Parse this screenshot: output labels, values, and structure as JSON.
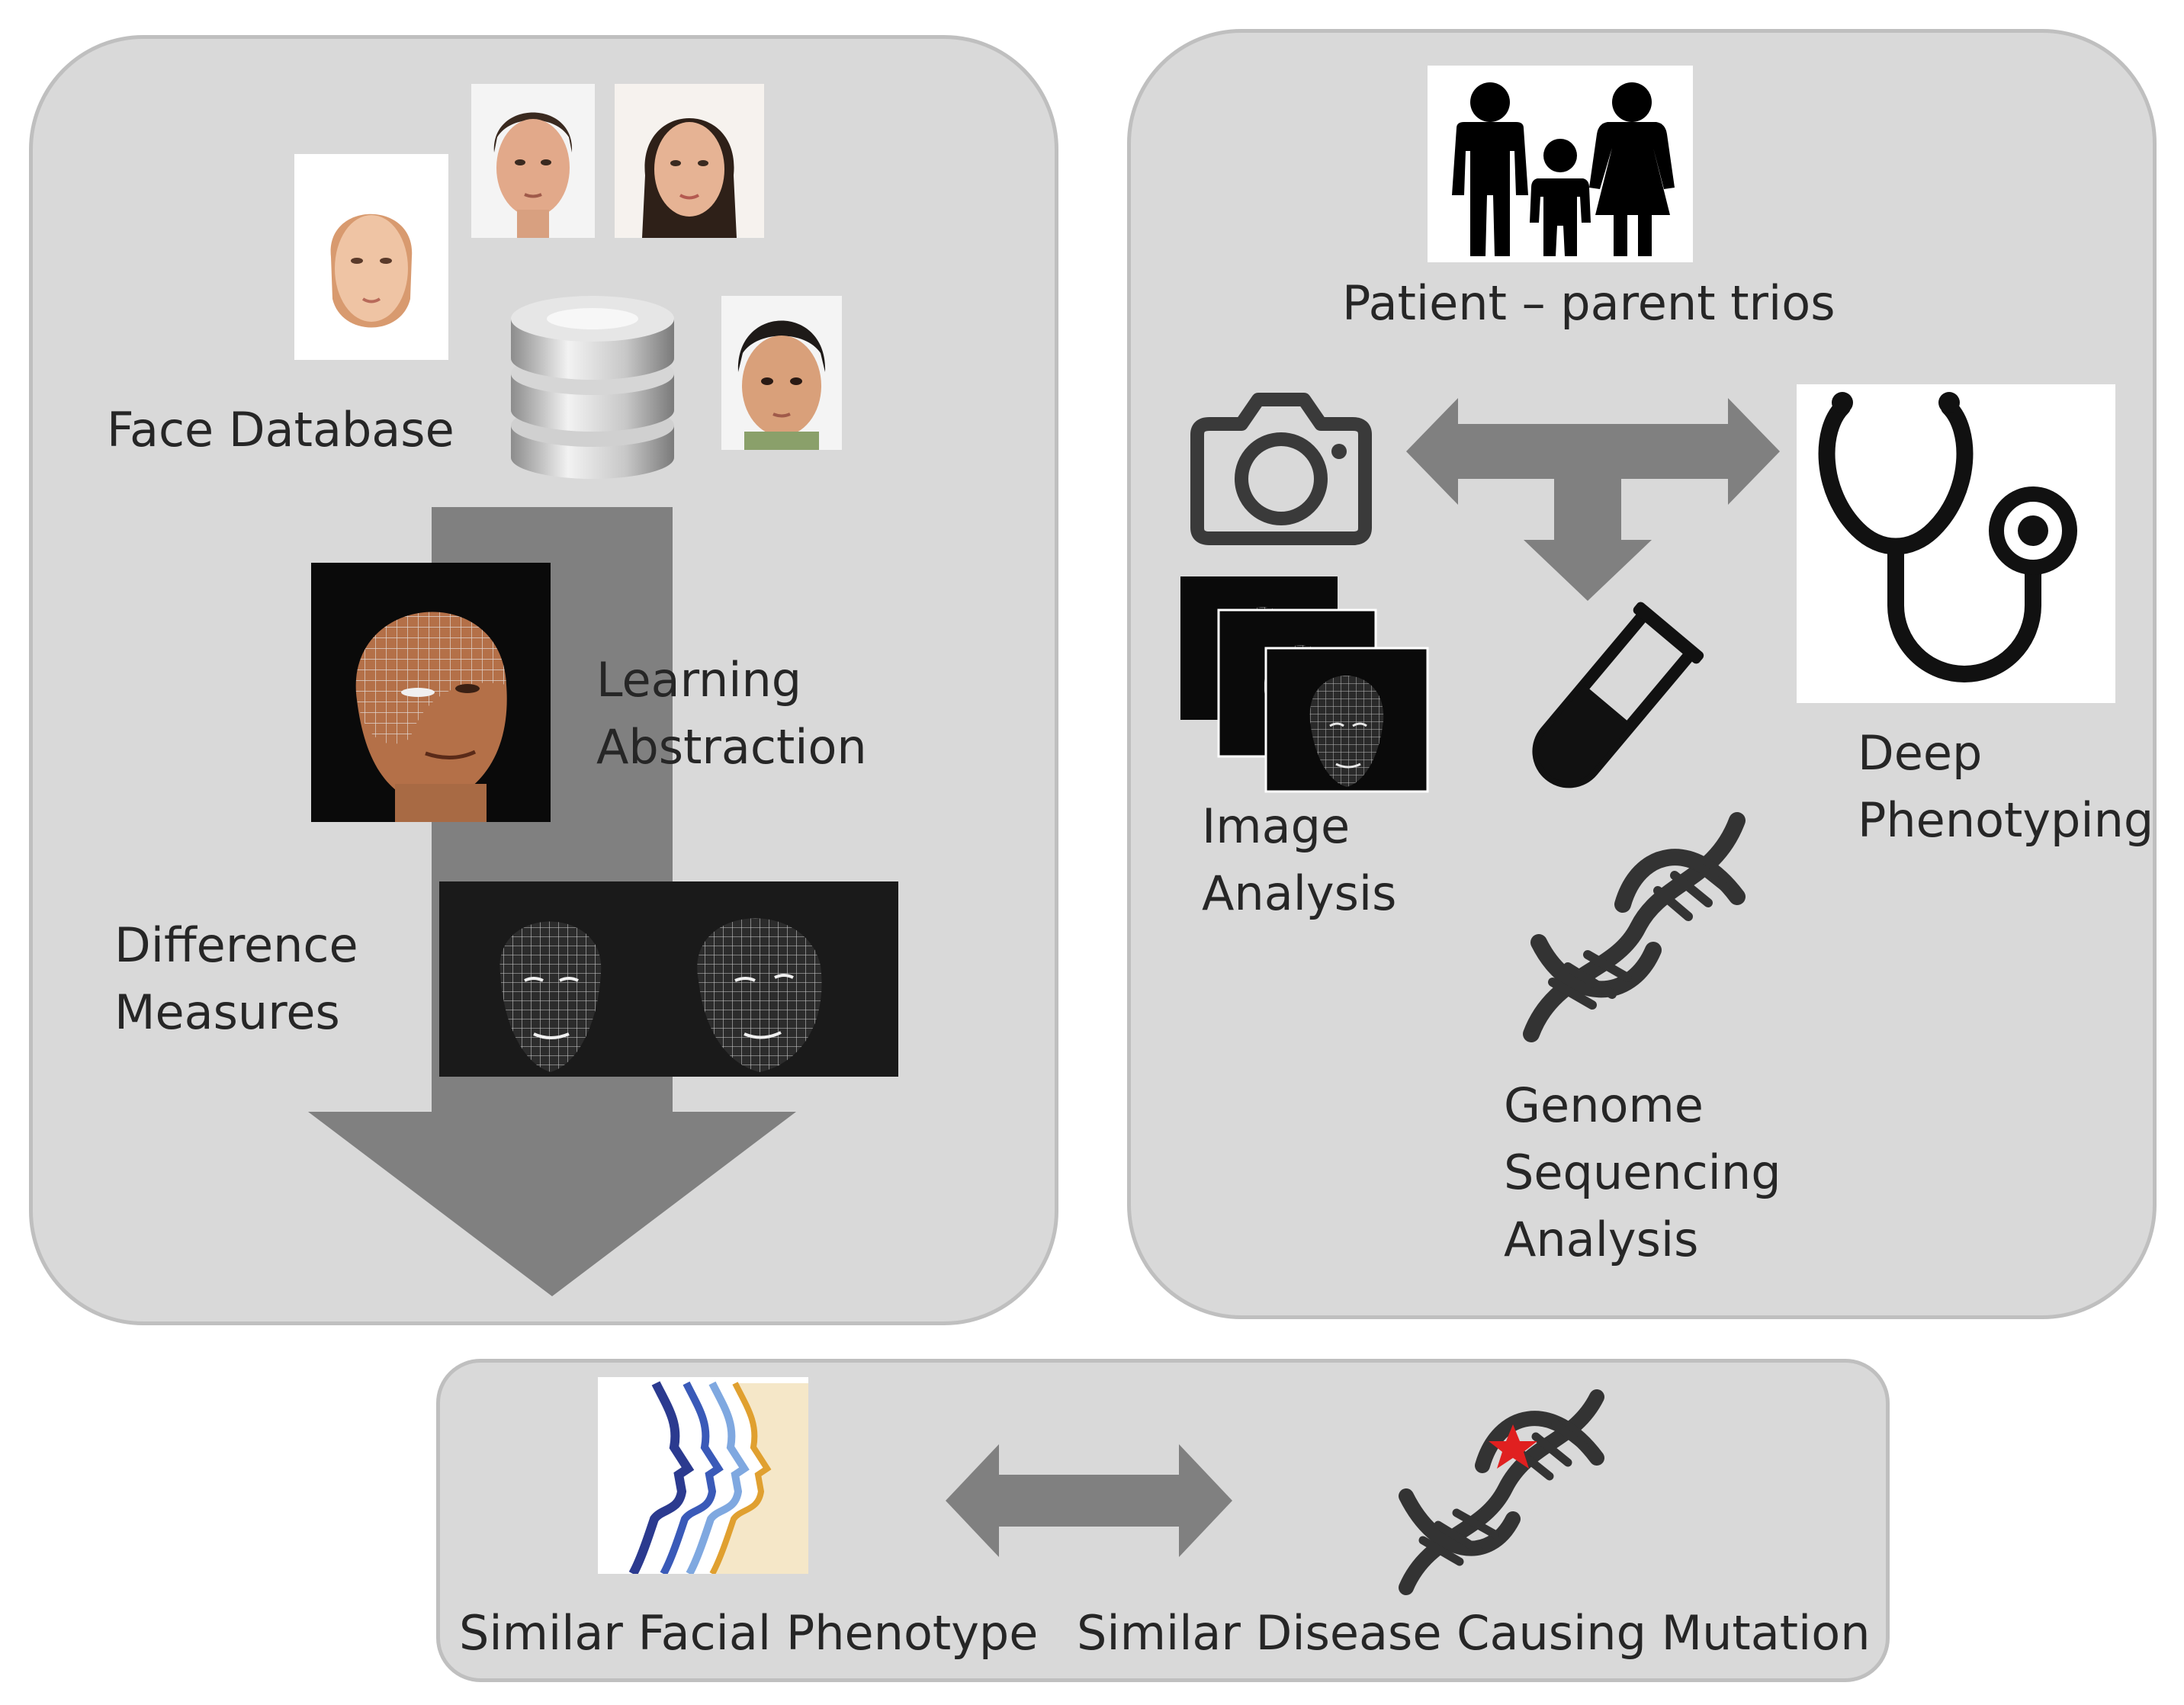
{
  "left_panel": {
    "face_database_label": "Face Database",
    "learning_abstraction_label": "Learning\nAbstraction",
    "difference_measures_label": "Difference\nMeasures"
  },
  "right_panel": {
    "patient_trios_label": "Patient – parent trios",
    "image_analysis_label": "Image\nAnalysis",
    "deep_phenotyping_label": "Deep\nPhenotyping",
    "genome_sequencing_label": "Genome\nSequencing\nAnalysis"
  },
  "bottom_panel": {
    "similar_phenotype_label": "Similar Facial Phenotype",
    "similar_mutation_label": "Similar Disease Causing Mutation"
  },
  "icons": {
    "database": "database-icon",
    "family": "family-icon",
    "camera": "camera-icon",
    "stethoscope": "stethoscope-icon",
    "test_tube": "test-tube-icon",
    "dna": "dna-icon",
    "face_profiles": "face-profiles-icon",
    "mutation_star": "star-icon"
  },
  "colors": {
    "panel_fill": "#d9d9d9",
    "arrow": "#808080",
    "mutation_star": "#e02020",
    "profile_blue": "#2b3a8f",
    "profile_gold": "#e0a030"
  }
}
